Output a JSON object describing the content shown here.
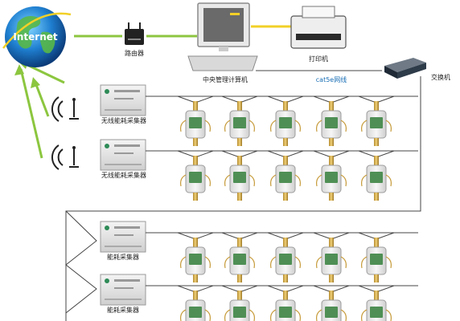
{
  "globe": {
    "label": "Internet"
  },
  "router": {
    "label": "路由器"
  },
  "pc": {
    "label": "中央管理计算机"
  },
  "printer": {
    "label": "打印机"
  },
  "switch": {
    "label": "交换机"
  },
  "network": {
    "label": "cat5e网线"
  },
  "collectors": [
    {
      "label": "无线能耗采集器",
      "wireless": true
    },
    {
      "label": "无线能耗采集器",
      "wireless": true
    },
    {
      "label": "能耗采集器",
      "wireless": false
    },
    {
      "label": "能耗采集器",
      "wireless": false
    }
  ],
  "colors": {
    "green_link": "#8cc63f",
    "yellow_link": "#f2d027",
    "network_text": "#1a6fb5",
    "wire": "#444444"
  }
}
